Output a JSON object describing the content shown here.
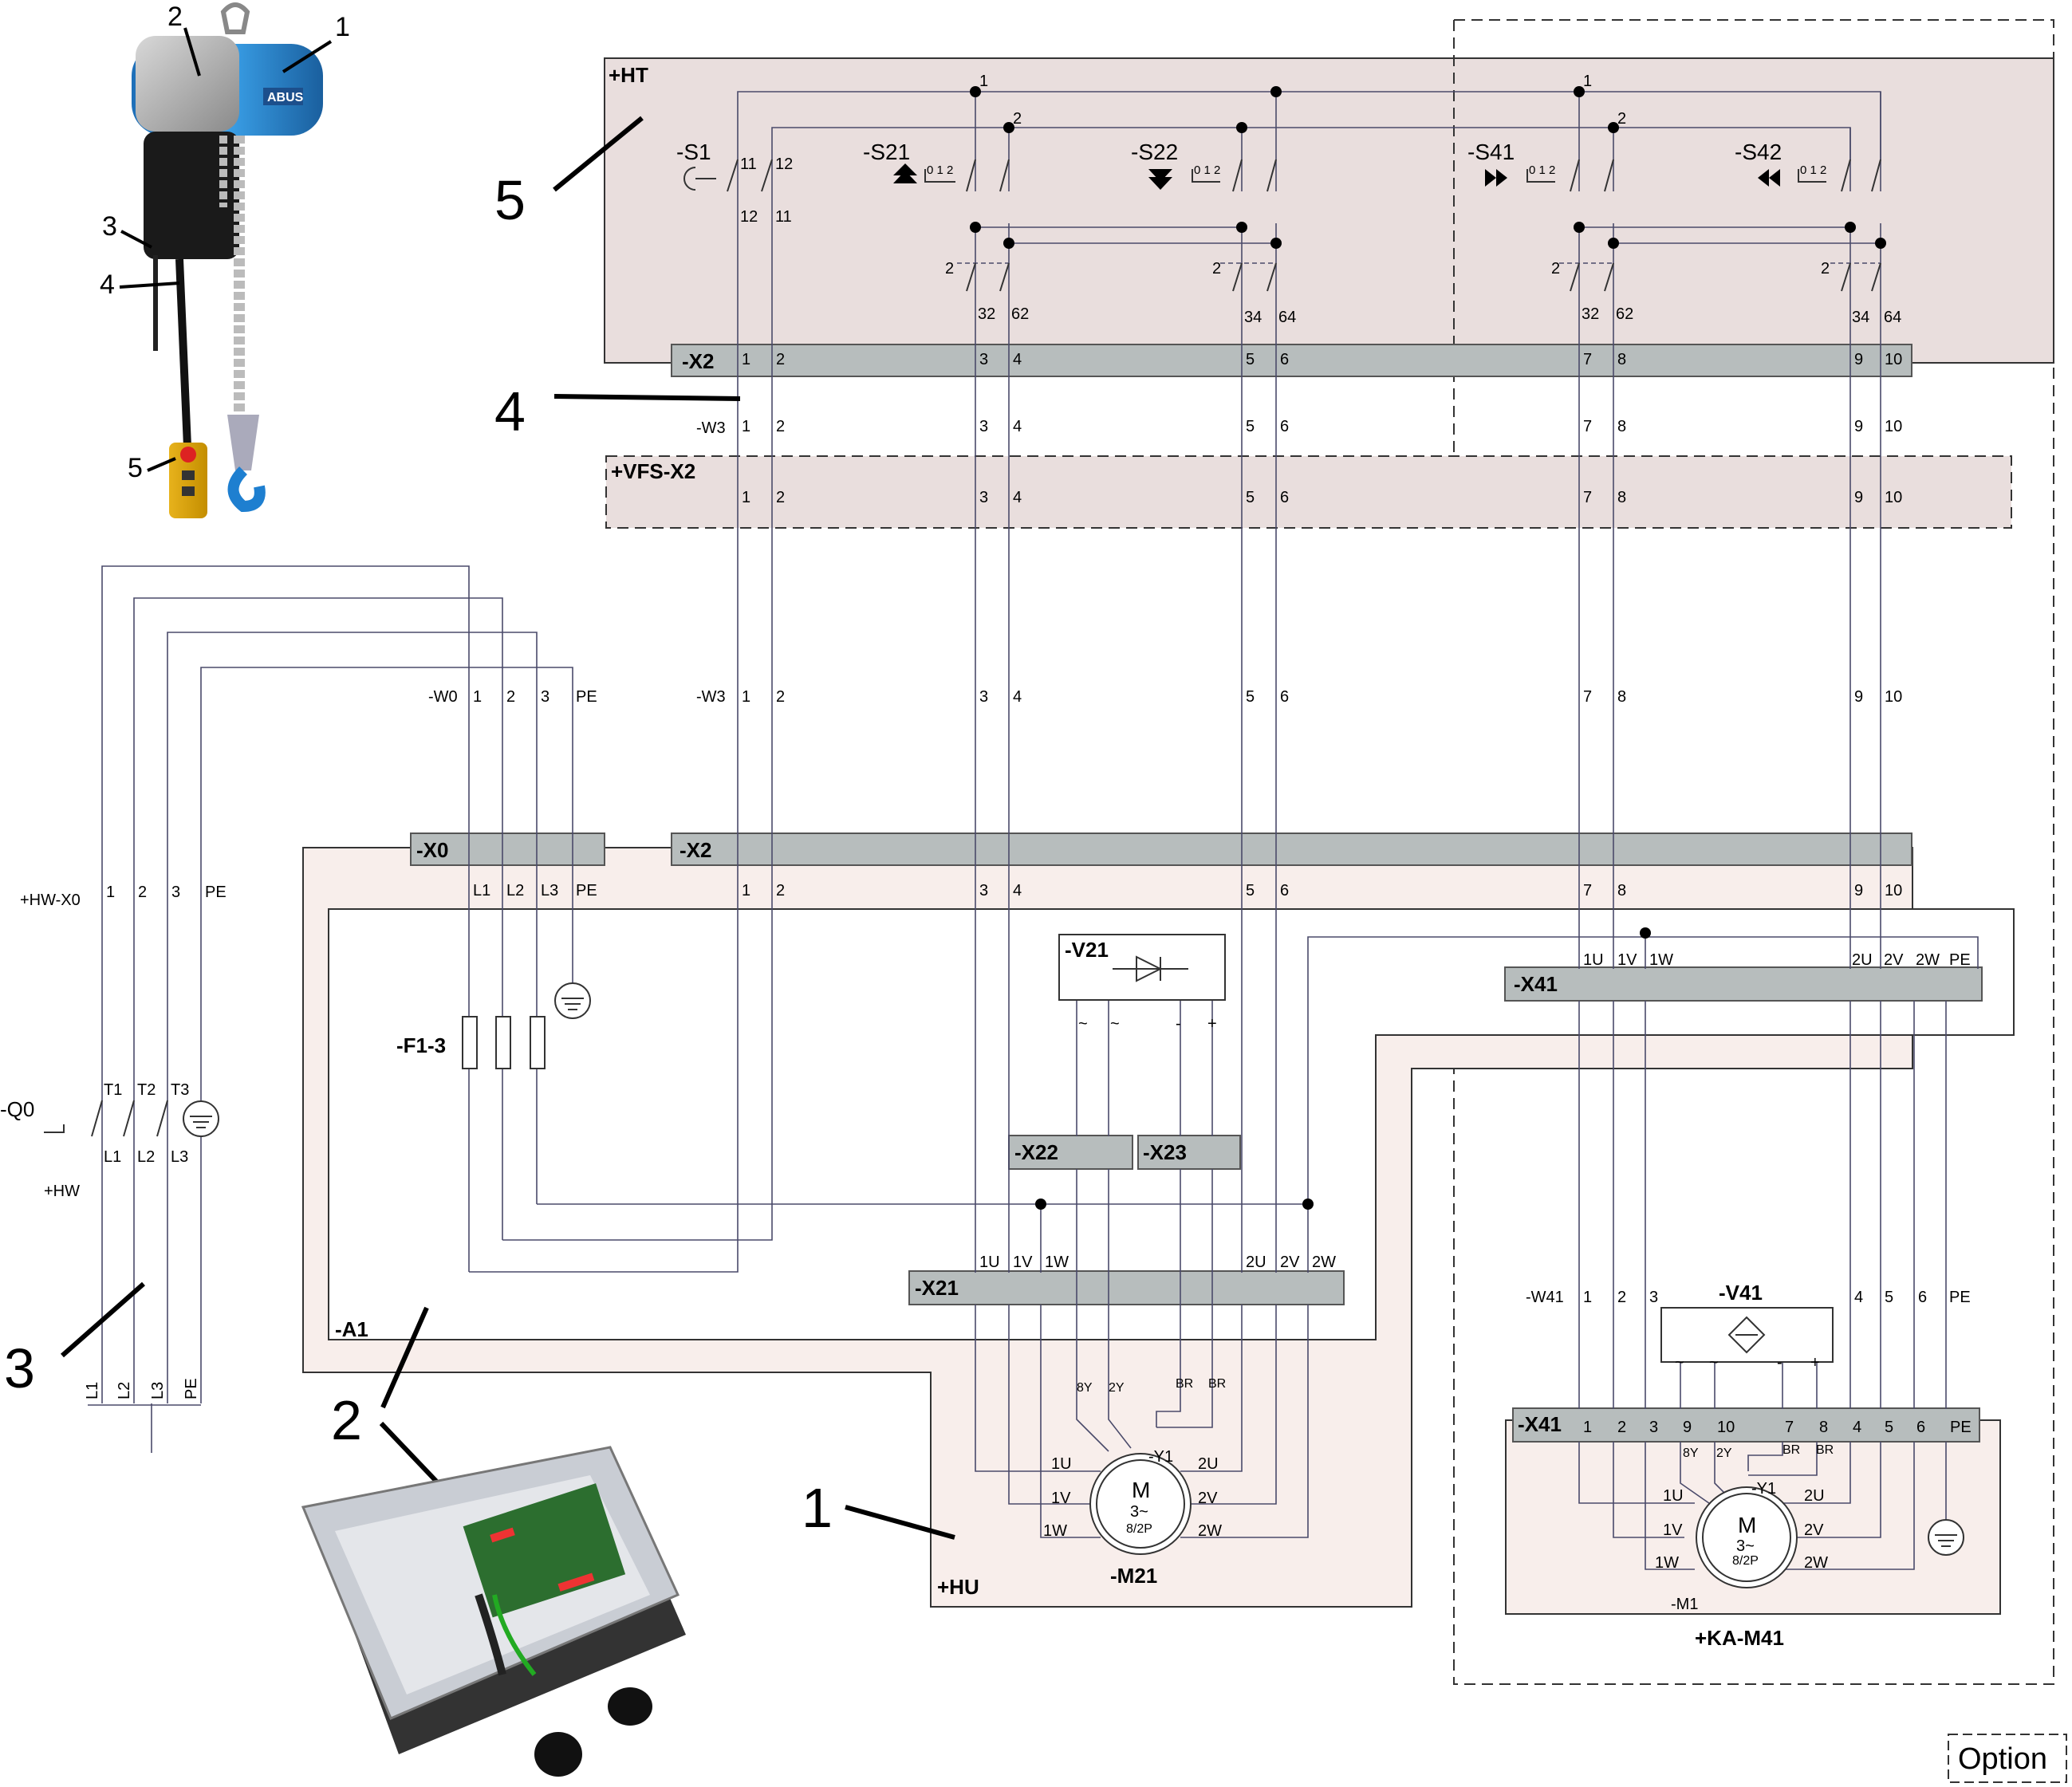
{
  "page_title": "",
  "option_label": "Option",
  "callouts": [
    "1",
    "2",
    "3",
    "4",
    "5"
  ],
  "photo_callouts": [
    "1",
    "2",
    "3",
    "4",
    "5"
  ],
  "photo_brand": "ABUS",
  "panels": {
    "ht": "+HT",
    "vfs": "+VFS-X2",
    "hu": "+HU",
    "ka": "+KA-M41",
    "a1": "-A1",
    "hw": "+HW",
    "hw_x0": "+HW-X0"
  },
  "terminal_strips": {
    "x2_top": "-X2",
    "x0": "-X0",
    "x2_mid": "-X2",
    "x22": "-X22",
    "x23": "-X23",
    "x21": "-X21",
    "x41_top": "-X41",
    "x41_bottom": "-X41"
  },
  "devices": {
    "s1": "-S1",
    "s21": "-S21",
    "s22": "-S22",
    "s41": "-S41",
    "s42": "-S42",
    "v21": "-V21",
    "v41": "-V41",
    "f13": "-F1-3",
    "q0": "-Q0",
    "m21": "-M21",
    "m1": "-M1",
    "switch_positions": "0 1 2"
  },
  "cables": {
    "w3": "-W3",
    "w0": "-W0",
    "w41": "-W41"
  },
  "motor": {
    "symbol": "M",
    "phase": "3~",
    "poles": "8/2P",
    "brake": "Y1",
    "brake_label": "-Y1"
  },
  "terminal_numbers": [
    "1",
    "2",
    "3",
    "4",
    "5",
    "6",
    "7",
    "8",
    "9",
    "10"
  ],
  "contact_numbers": {
    "s1_top": [
      "11",
      "12"
    ],
    "s1_bottom": [
      "12",
      "11"
    ],
    "bottom_s21": [
      "32",
      "62"
    ],
    "bottom_s22": [
      "34",
      "64"
    ],
    "bottom_s41": [
      "32",
      "62"
    ],
    "bottom_s42": [
      "34",
      "64"
    ],
    "node_a": "1",
    "node_b": "2",
    "aux": "2"
  },
  "x0_terminals": [
    "L1",
    "L2",
    "L3",
    "PE"
  ],
  "hw_terminals": [
    "1",
    "2",
    "3",
    "PE"
  ],
  "q0_terminals_top": [
    "T1",
    "T2",
    "T3"
  ],
  "q0_terminals_bottom": [
    "L1",
    "L2",
    "L3"
  ],
  "supply": [
    "L1",
    "L2",
    "L3",
    "PE"
  ],
  "w0_wires": [
    "1",
    "2",
    "3",
    "PE"
  ],
  "rectifier_pins": [
    "~",
    "~",
    "-",
    "+"
  ],
  "x21_terminals": [
    "1U",
    "1V",
    "1W",
    "2U",
    "2V",
    "2W"
  ],
  "x41_top_terminals": [
    "1U",
    "1V",
    "1W",
    "2U",
    "2V",
    "2W",
    "PE"
  ],
  "motor_windings": [
    "1U",
    "1V",
    "1W",
    "2U",
    "2V",
    "2W"
  ],
  "motor_aux": [
    "8Y",
    "2Y",
    "BR",
    "BR"
  ],
  "w41_wires": [
    "1",
    "2",
    "3",
    "4",
    "5",
    "6",
    "PE"
  ],
  "x41_bottom_terminals": [
    "1",
    "2",
    "3",
    "9",
    "10",
    "7",
    "8",
    "4",
    "5",
    "6",
    "PE"
  ]
}
